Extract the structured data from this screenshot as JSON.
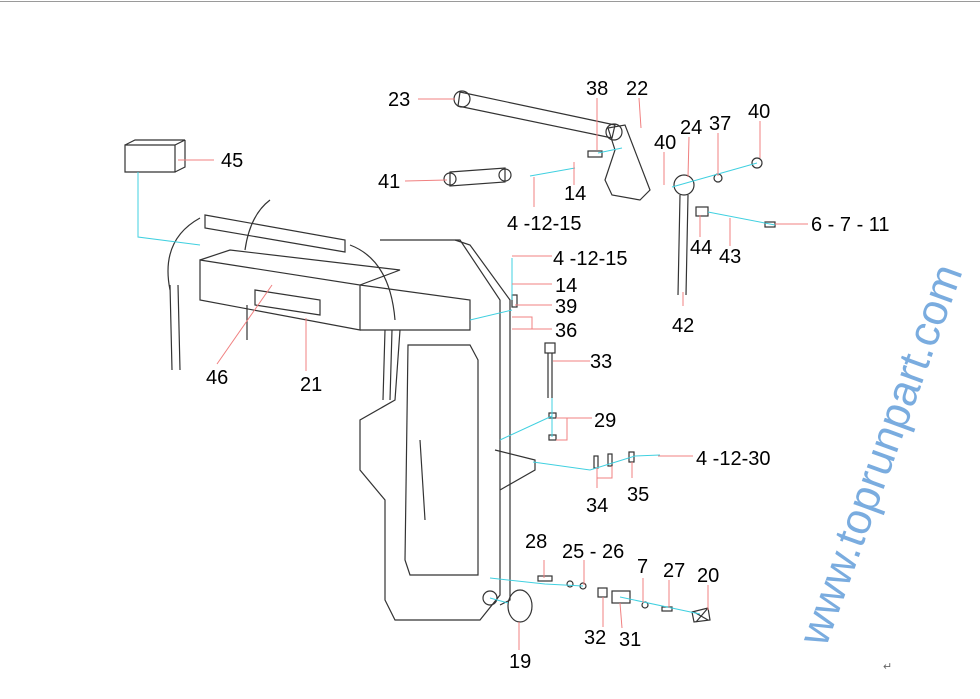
{
  "watermark": "www.toprunpart.com",
  "callouts": [
    {
      "id": "23",
      "text": "23"
    },
    {
      "id": "38",
      "text": "38"
    },
    {
      "id": "22",
      "text": "22"
    },
    {
      "id": "40a",
      "text": "40"
    },
    {
      "id": "24",
      "text": "24"
    },
    {
      "id": "37",
      "text": "37"
    },
    {
      "id": "40b",
      "text": "40"
    },
    {
      "id": "41",
      "text": "41"
    },
    {
      "id": "14a",
      "text": "14"
    },
    {
      "id": "4-12-15a",
      "text": "4 -12-15"
    },
    {
      "id": "45",
      "text": "45"
    },
    {
      "id": "6-7-11",
      "text": "6 - 7 - 11"
    },
    {
      "id": "44",
      "text": "44"
    },
    {
      "id": "43",
      "text": "43"
    },
    {
      "id": "4-12-15b",
      "text": "4 -12-15"
    },
    {
      "id": "14b",
      "text": "14"
    },
    {
      "id": "39",
      "text": "39"
    },
    {
      "id": "36",
      "text": "36"
    },
    {
      "id": "42",
      "text": "42"
    },
    {
      "id": "46",
      "text": "46"
    },
    {
      "id": "21",
      "text": "21"
    },
    {
      "id": "33",
      "text": "33"
    },
    {
      "id": "29",
      "text": "29"
    },
    {
      "id": "4-12-30",
      "text": "4 -12-30"
    },
    {
      "id": "34",
      "text": "34"
    },
    {
      "id": "35",
      "text": "35"
    },
    {
      "id": "28",
      "text": "28"
    },
    {
      "id": "25-26",
      "text": "25 - 26"
    },
    {
      "id": "7",
      "text": "7"
    },
    {
      "id": "27",
      "text": "27"
    },
    {
      "id": "20",
      "text": "20"
    },
    {
      "id": "19",
      "text": "19"
    },
    {
      "id": "32",
      "text": "32"
    },
    {
      "id": "31",
      "text": "31"
    }
  ],
  "return_mark": "↵",
  "colors": {
    "leader": "#f08080",
    "assembly": "#40d0e0",
    "outline": "#333333",
    "watermark": "#468cd2"
  }
}
